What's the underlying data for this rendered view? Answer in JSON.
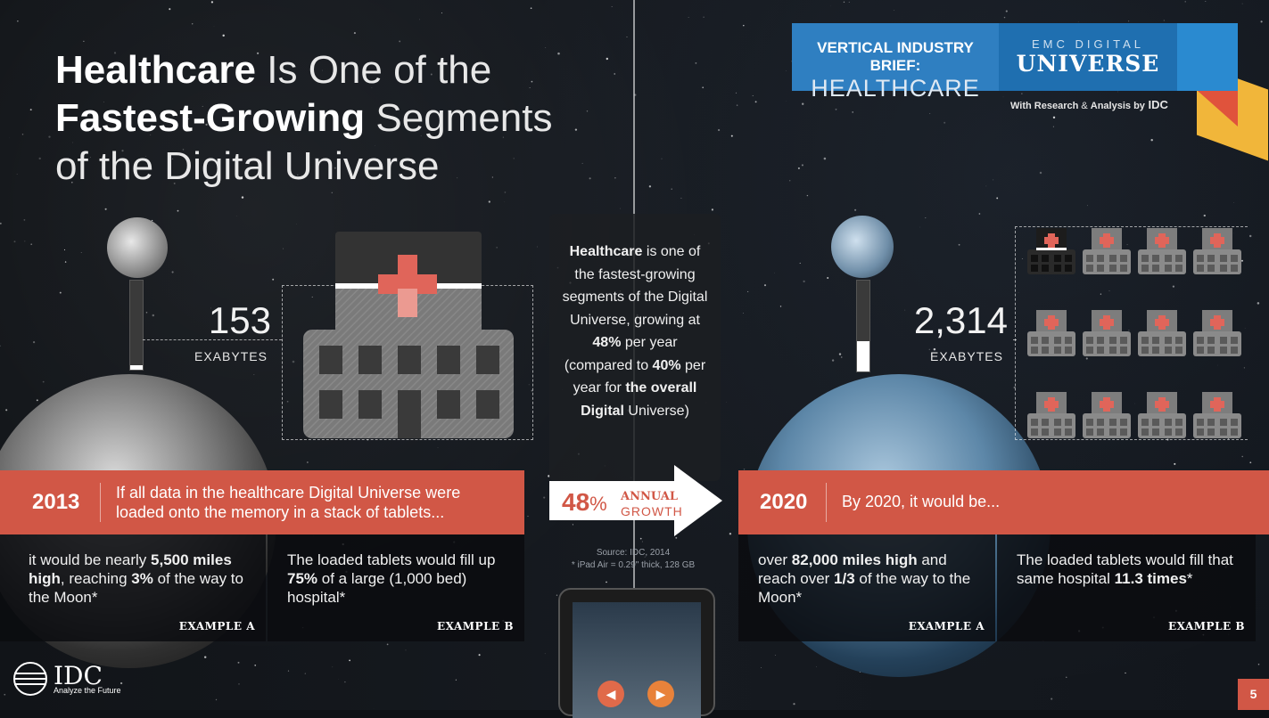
{
  "title": {
    "w1": "Healthcare",
    "w2": " Is One of the",
    "w3": "Fastest-Growing",
    "w4": " Segments",
    "w5": "of the Digital Universe"
  },
  "badge": {
    "brief_label": "VERTICAL INDUSTRY BRIEF:",
    "brief_value": "HEALTHCARE",
    "emc_label": "EMC DIGITAL",
    "emc_value": "UNIVERSE",
    "byline_a": "With Research",
    "byline_amp": " & ",
    "byline_b": "Analysis by",
    "byline_c": " IDC"
  },
  "left": {
    "value": "153",
    "unit": "EXABYTES",
    "year": "2013",
    "headline": "If all data in the healthcare Digital Universe were loaded onto the memory in a stack of tablets...",
    "example_a": {
      "t1": "it would be nearly ",
      "b1": "5,500 miles high",
      "t2": ", reaching ",
      "b2": "3%",
      "t3": " of the way to the Moon*",
      "label": "EXAMPLE A"
    },
    "example_b": {
      "t1": "The loaded tablets would fill up ",
      "b1": "75%",
      "t2": " of a large (1,000 bed) hospital*",
      "label": "EXAMPLE B"
    },
    "bar_fill": 0.05
  },
  "right": {
    "value": "2,314",
    "unit": "EXABYTES",
    "year": "2020",
    "headline": "By 2020, it would be...",
    "example_a": {
      "t1": "over ",
      "b1": "82,000 miles high",
      "t2": " and reach over ",
      "b2": "1/3",
      "t3": " of the way to the Moon*",
      "label": "EXAMPLE A"
    },
    "example_b": {
      "t1": "The loaded tablets would fill that same hospital ",
      "b1": "11.3 times",
      "t2": "*",
      "label": "EXAMPLE B"
    },
    "bar_fill": 0.33
  },
  "center": {
    "b1": "Healthcare",
    "t1": " is one of the fastest-growing segments of the Digital Universe, growing at ",
    "b2": "48%",
    "t2": " per year (compared to ",
    "b3": "40%",
    "t3": " per year for ",
    "b4": "the overall Digital",
    "t4": " Universe)"
  },
  "growth": {
    "value": "48",
    "percent": "%",
    "label1": "ANNUAL",
    "label2": "GROWTH"
  },
  "source": {
    "line1": "Source: IDC, 2014",
    "line2": "* iPad Air = 0.29\" thick, 128 GB"
  },
  "footer": {
    "logo": "IDC",
    "tagline": "Analyze the Future",
    "page": "5"
  },
  "colors": {
    "red": "#d15746",
    "blue": "#2f7fc1",
    "gold": "#f1b63a"
  }
}
